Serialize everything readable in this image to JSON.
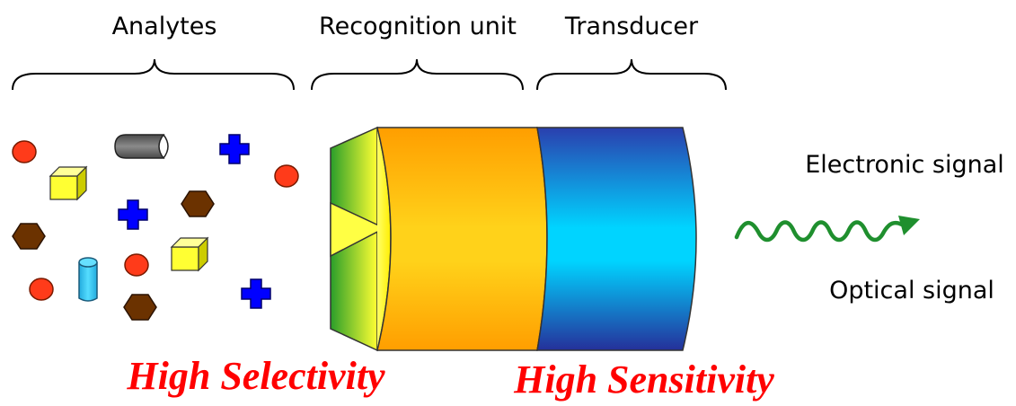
{
  "labels": {
    "analytes": "Analytes",
    "recognition_unit": "Recognition unit",
    "transducer": "Transducer",
    "electronic_signal": "Electronic signal",
    "optical_signal": "Optical signal",
    "high_selectivity": "High Selectivity",
    "high_sensitivity": "High Sensitivity"
  },
  "colors": {
    "emphasis_text": "#ff0000",
    "signal_wave": "#1f8f2e",
    "circle_analyte": "#ff3b1a",
    "cube_analyte": "#ffff33",
    "hexagon_analyte": "#6b3200",
    "cross_analyte": "#0000ff",
    "cylinder_analyte": "#33ccee",
    "capsule_analyte": "#707070",
    "recognition_unit": "#ffa000",
    "transducer": "#00c8f0"
  }
}
